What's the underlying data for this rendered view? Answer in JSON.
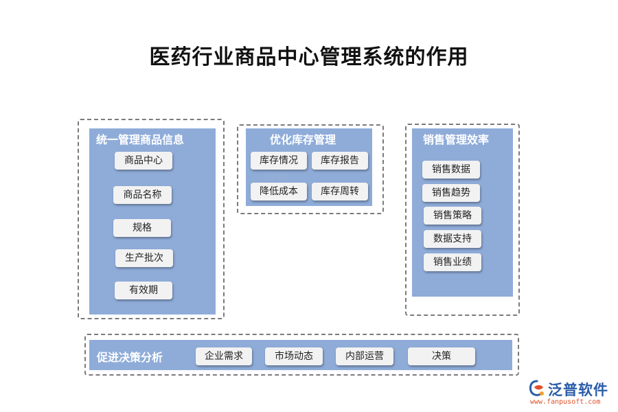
{
  "title": "医药行业商品中心管理系统的作用",
  "groups": {
    "info": {
      "title": "统一管理商品信息",
      "items": [
        "商品中心",
        "商品名称",
        "规格",
        "生产批次",
        "有效期"
      ]
    },
    "inventory": {
      "title": "优化库存管理",
      "items": [
        "库存情况",
        "库存报告",
        "降低成本",
        "库存周转"
      ]
    },
    "sales": {
      "title": "销售管理效率",
      "items": [
        "销售数据",
        "销售趋势",
        "销售策略",
        "数据支持",
        "销售业绩"
      ]
    },
    "decision": {
      "title": "促进决策分析",
      "items": [
        "企业需求",
        "市场动态",
        "内部运营",
        "决策"
      ]
    }
  },
  "brand": {
    "name": "泛普软件",
    "url": "www.fanpusoft.com",
    "watermark": "泛普软件"
  },
  "colors": {
    "panel": "#8facd9",
    "chip": "#f2f2f2",
    "brand": "#2a5ca8",
    "brand_accent": "#e0502a"
  }
}
